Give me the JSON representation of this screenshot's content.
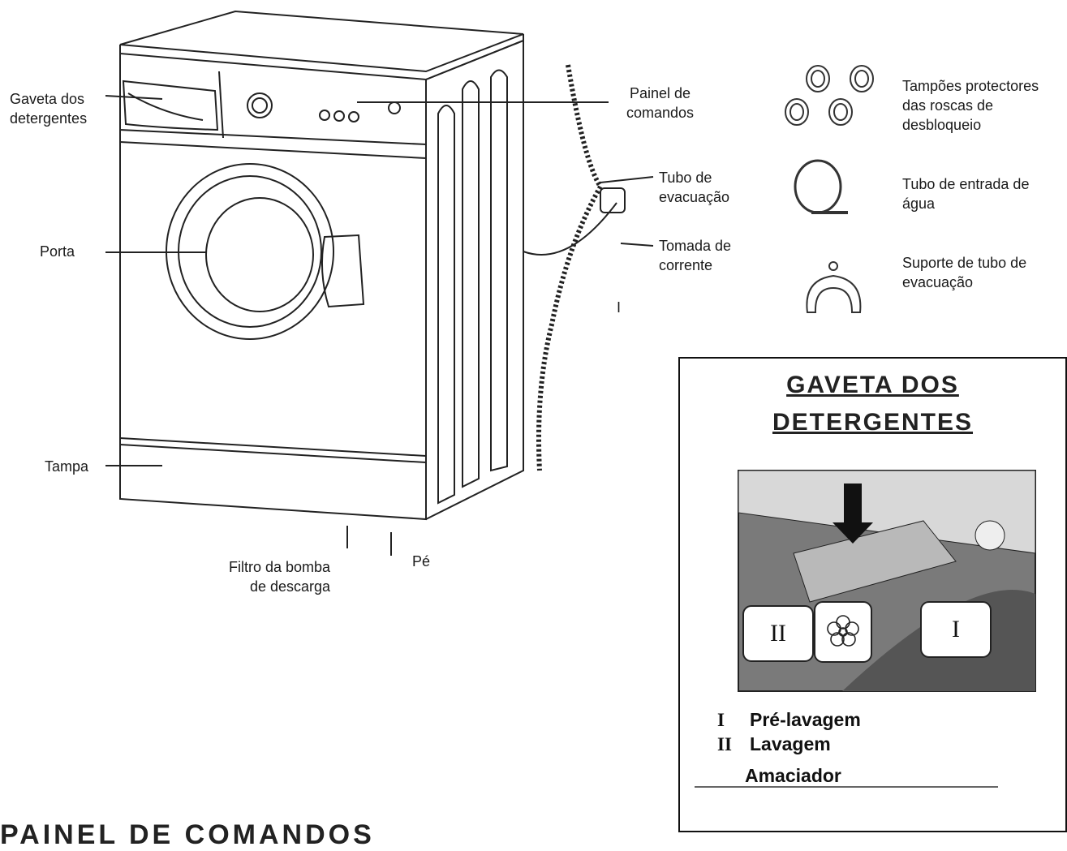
{
  "labels": {
    "gaveta": "Gaveta dos\ndetergentes",
    "painel": "Painel de\ncomandos",
    "tubo_evac": "Tubo de\nevacuação",
    "tomada": "Tomada de\ncorrente",
    "porta": "Porta",
    "tampa": "Tampa",
    "filtro": "Filtro da bomba\nde descarga",
    "pe": "Pé",
    "stray_mark": "I"
  },
  "accessories": {
    "tampoes": "Tampões protectores\ndas roscas de\ndesbloqueio",
    "tubo_entrada": "Tubo de entrada de\nágua",
    "suporte": "Suporte de tubo de\nevacuação"
  },
  "drawer_box": {
    "title_line1": "GAVETA DOS",
    "title_line2": "DETERGENTES",
    "tag_left": "II",
    "tag_right": "I",
    "legend": [
      {
        "symbol": "I",
        "text": "Pré-lavagem"
      },
      {
        "symbol": "II",
        "text": "Lavagem"
      },
      {
        "symbol": "",
        "text": "Amaciador"
      }
    ]
  },
  "bottom_title": "PAINEL DE COMANDOS"
}
